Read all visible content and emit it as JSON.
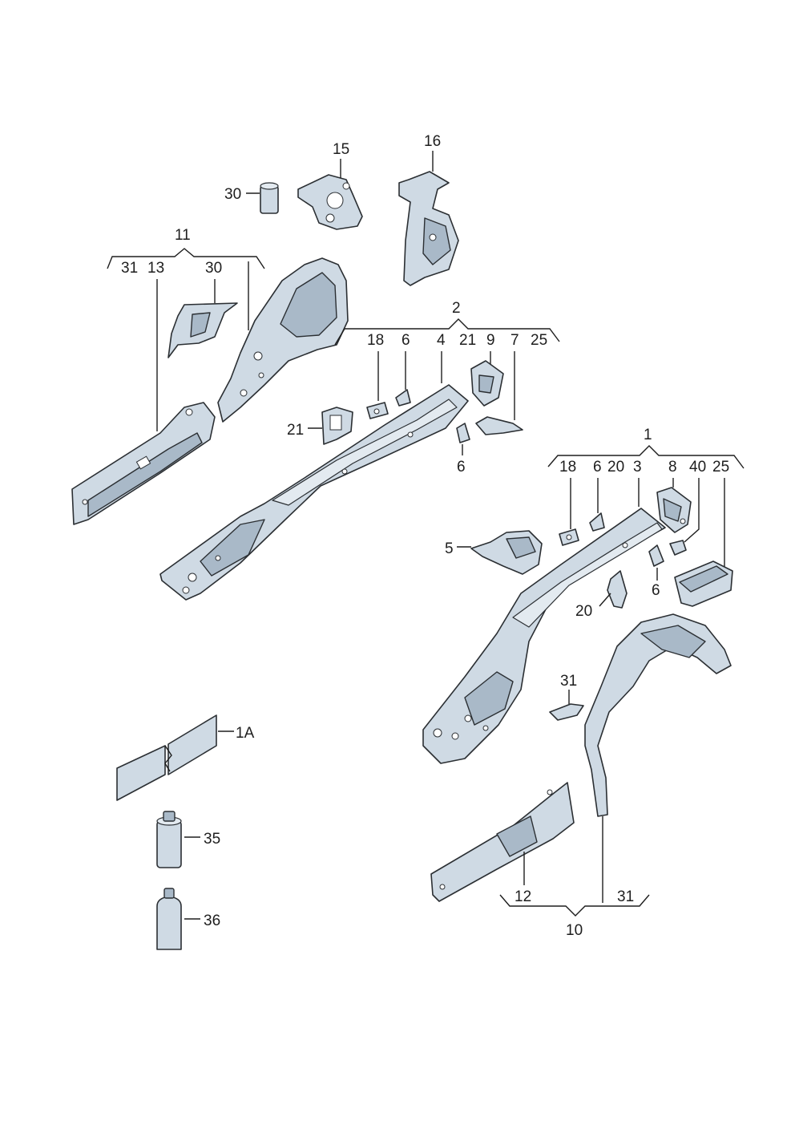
{
  "labels": {
    "l1": "1",
    "l1a": "1A",
    "l2": "2",
    "l3": "3",
    "l4": "4",
    "l5": "5",
    "l6a": "6",
    "l6b": "6",
    "l6c": "6",
    "l6d": "6",
    "l7": "7",
    "l8": "8",
    "l9": "9",
    "l10": "10",
    "l11": "11",
    "l12": "12",
    "l13": "13",
    "l15": "15",
    "l16": "16",
    "l18a": "18",
    "l18b": "18",
    "l20a": "20",
    "l20b": "20",
    "l21a": "21",
    "l21b": "21",
    "l25a": "25",
    "l25b": "25",
    "l30a": "30",
    "l30b": "30",
    "l31a": "31",
    "l31b": "31",
    "l31c": "31",
    "l35": "35",
    "l36": "36",
    "l40": "40"
  },
  "colors": {
    "metal": "#cfdae4",
    "metal_shadow": "#a9b9c8",
    "outline": "#2b2f33"
  }
}
